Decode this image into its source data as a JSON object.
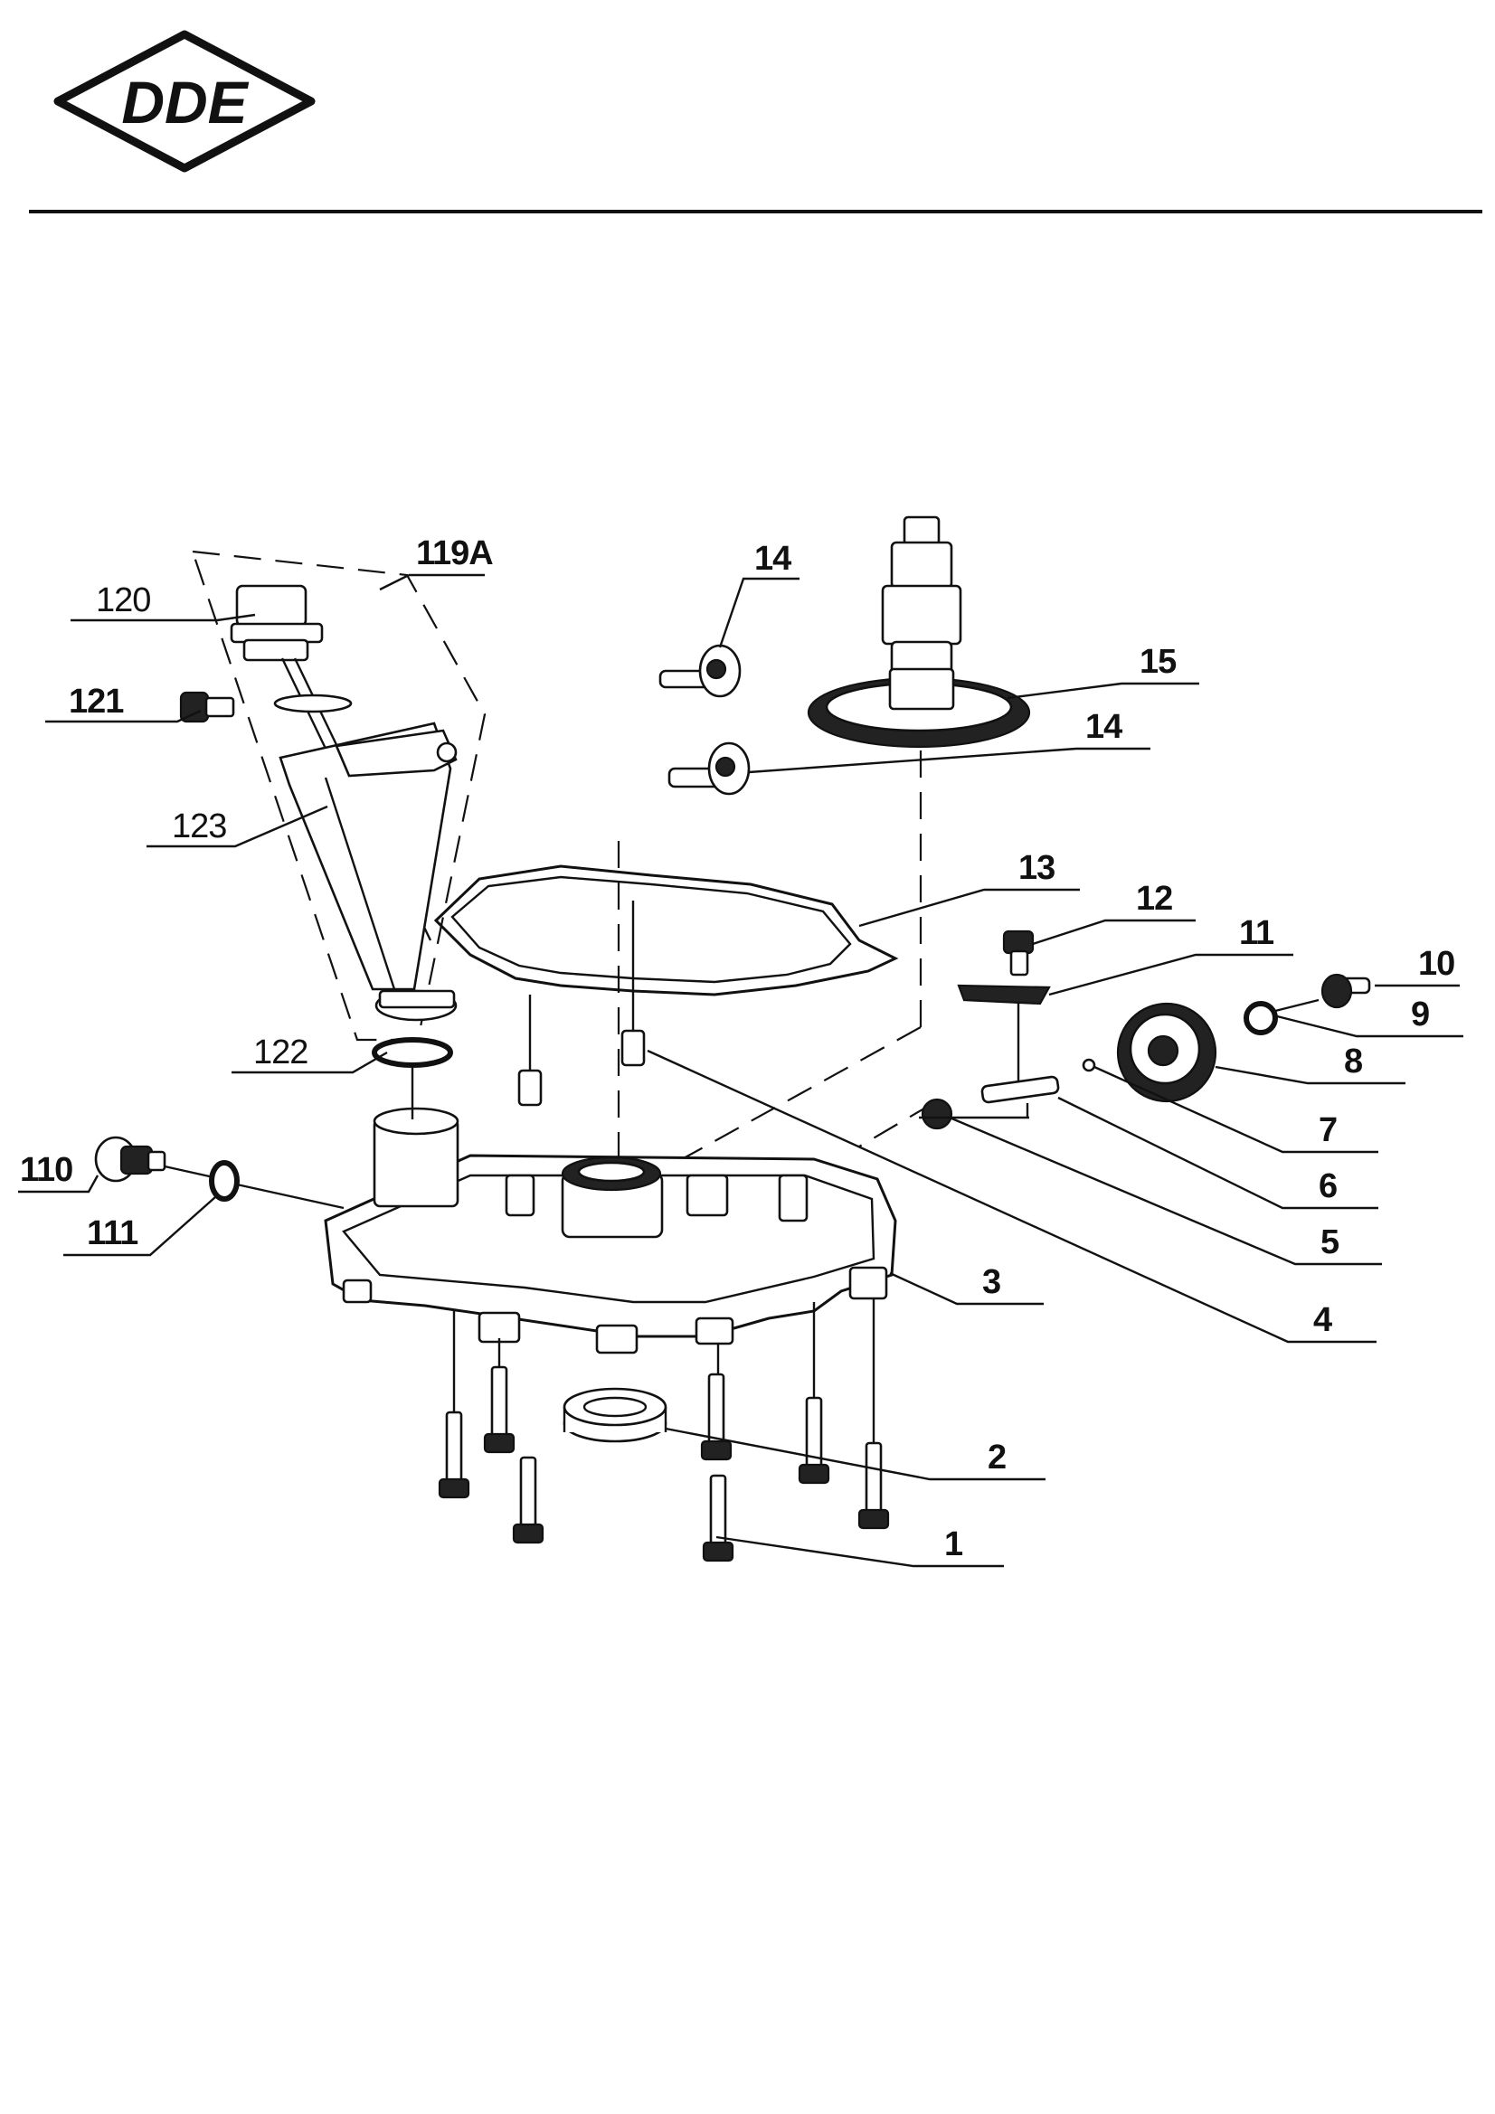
{
  "brand": {
    "logo_text": "DDE"
  },
  "diagram": {
    "group_label": "119A",
    "callouts": [
      "120",
      "121",
      "123",
      "122",
      "110",
      "111",
      "14",
      "15",
      "14",
      "13",
      "12",
      "11",
      "10",
      "9",
      "8",
      "7",
      "6",
      "5",
      "4",
      "3",
      "2",
      "1"
    ]
  }
}
